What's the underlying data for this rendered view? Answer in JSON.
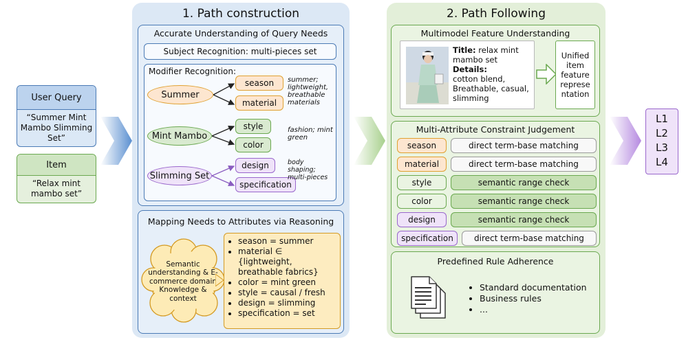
{
  "left": {
    "user_query_title": "User Query",
    "user_query_text": "“Summer Mint Mambo Slimming Set”",
    "item_title": "Item",
    "item_text": "“Relax mint mambo set”"
  },
  "path_construction": {
    "title": "1. Path construction",
    "accurate_title": "Accurate Understanding of Query Needs",
    "subject": "Subject Recognition: multi-pieces set",
    "modifier_title": "Modifier Recognition:",
    "modifiers": [
      {
        "name": "Summer",
        "attrs": [
          "season",
          "material"
        ],
        "note": "summer; lightweight, breathable materials"
      },
      {
        "name": "Mint Mambo",
        "attrs": [
          "style",
          "color"
        ],
        "note": "fashion; mint green"
      },
      {
        "name": "Slimming Set",
        "attrs": [
          "design",
          "specification"
        ],
        "note": "body shaping; multi-pieces"
      }
    ],
    "mapping_title": "Mapping Needs to Attributes via Reasoning",
    "cloud_text": "Semantic understanding & E-commerce domain Knowledge & context",
    "mappings": [
      "season = summer",
      "material ∈ {lightweight, breathable fabrics}",
      "color = mint green",
      "style = causal / fresh",
      "design = slimming",
      "specification = set"
    ]
  },
  "path_following": {
    "title": "2. Path Following",
    "feature_title": "Multimodel Feature Understanding",
    "title_label": "Title:",
    "title_value": "relax mint mambo set",
    "details_label": "Details:",
    "details_value": "cotton blend, Breathable, casual, slimming",
    "unified_text": "Unified item feature represe ntation",
    "constraint_title": "Multi-Attribute Constraint Judgement",
    "constraints": [
      {
        "attr": "season",
        "check": "direct term-base matching",
        "kind": "orange"
      },
      {
        "attr": "material",
        "check": "direct term-base matching",
        "kind": "orange"
      },
      {
        "attr": "style",
        "check": "semantic range check",
        "kind": "green"
      },
      {
        "attr": "color",
        "check": "semantic range check",
        "kind": "green"
      },
      {
        "attr": "design",
        "check": "semantic range check",
        "kind": "purple"
      },
      {
        "attr": "specification",
        "check": "direct term-base matching",
        "kind": "purple"
      }
    ],
    "rule_title": "Predefined Rule Adherence",
    "rules": [
      "Standard documentation",
      "Business rules",
      "..."
    ]
  },
  "levels": [
    "L1",
    "L2",
    "L3",
    "L4"
  ],
  "colors": {
    "blue_panel": "#dce8f5",
    "green_panel": "#e3efd9",
    "orange_fill": "#fde6d0",
    "orange_stroke": "#e0a030",
    "green_fill": "#d9ead0",
    "green_stroke": "#6aa84f",
    "purple_fill": "#efe3f9",
    "purple_stroke": "#9966cc"
  }
}
